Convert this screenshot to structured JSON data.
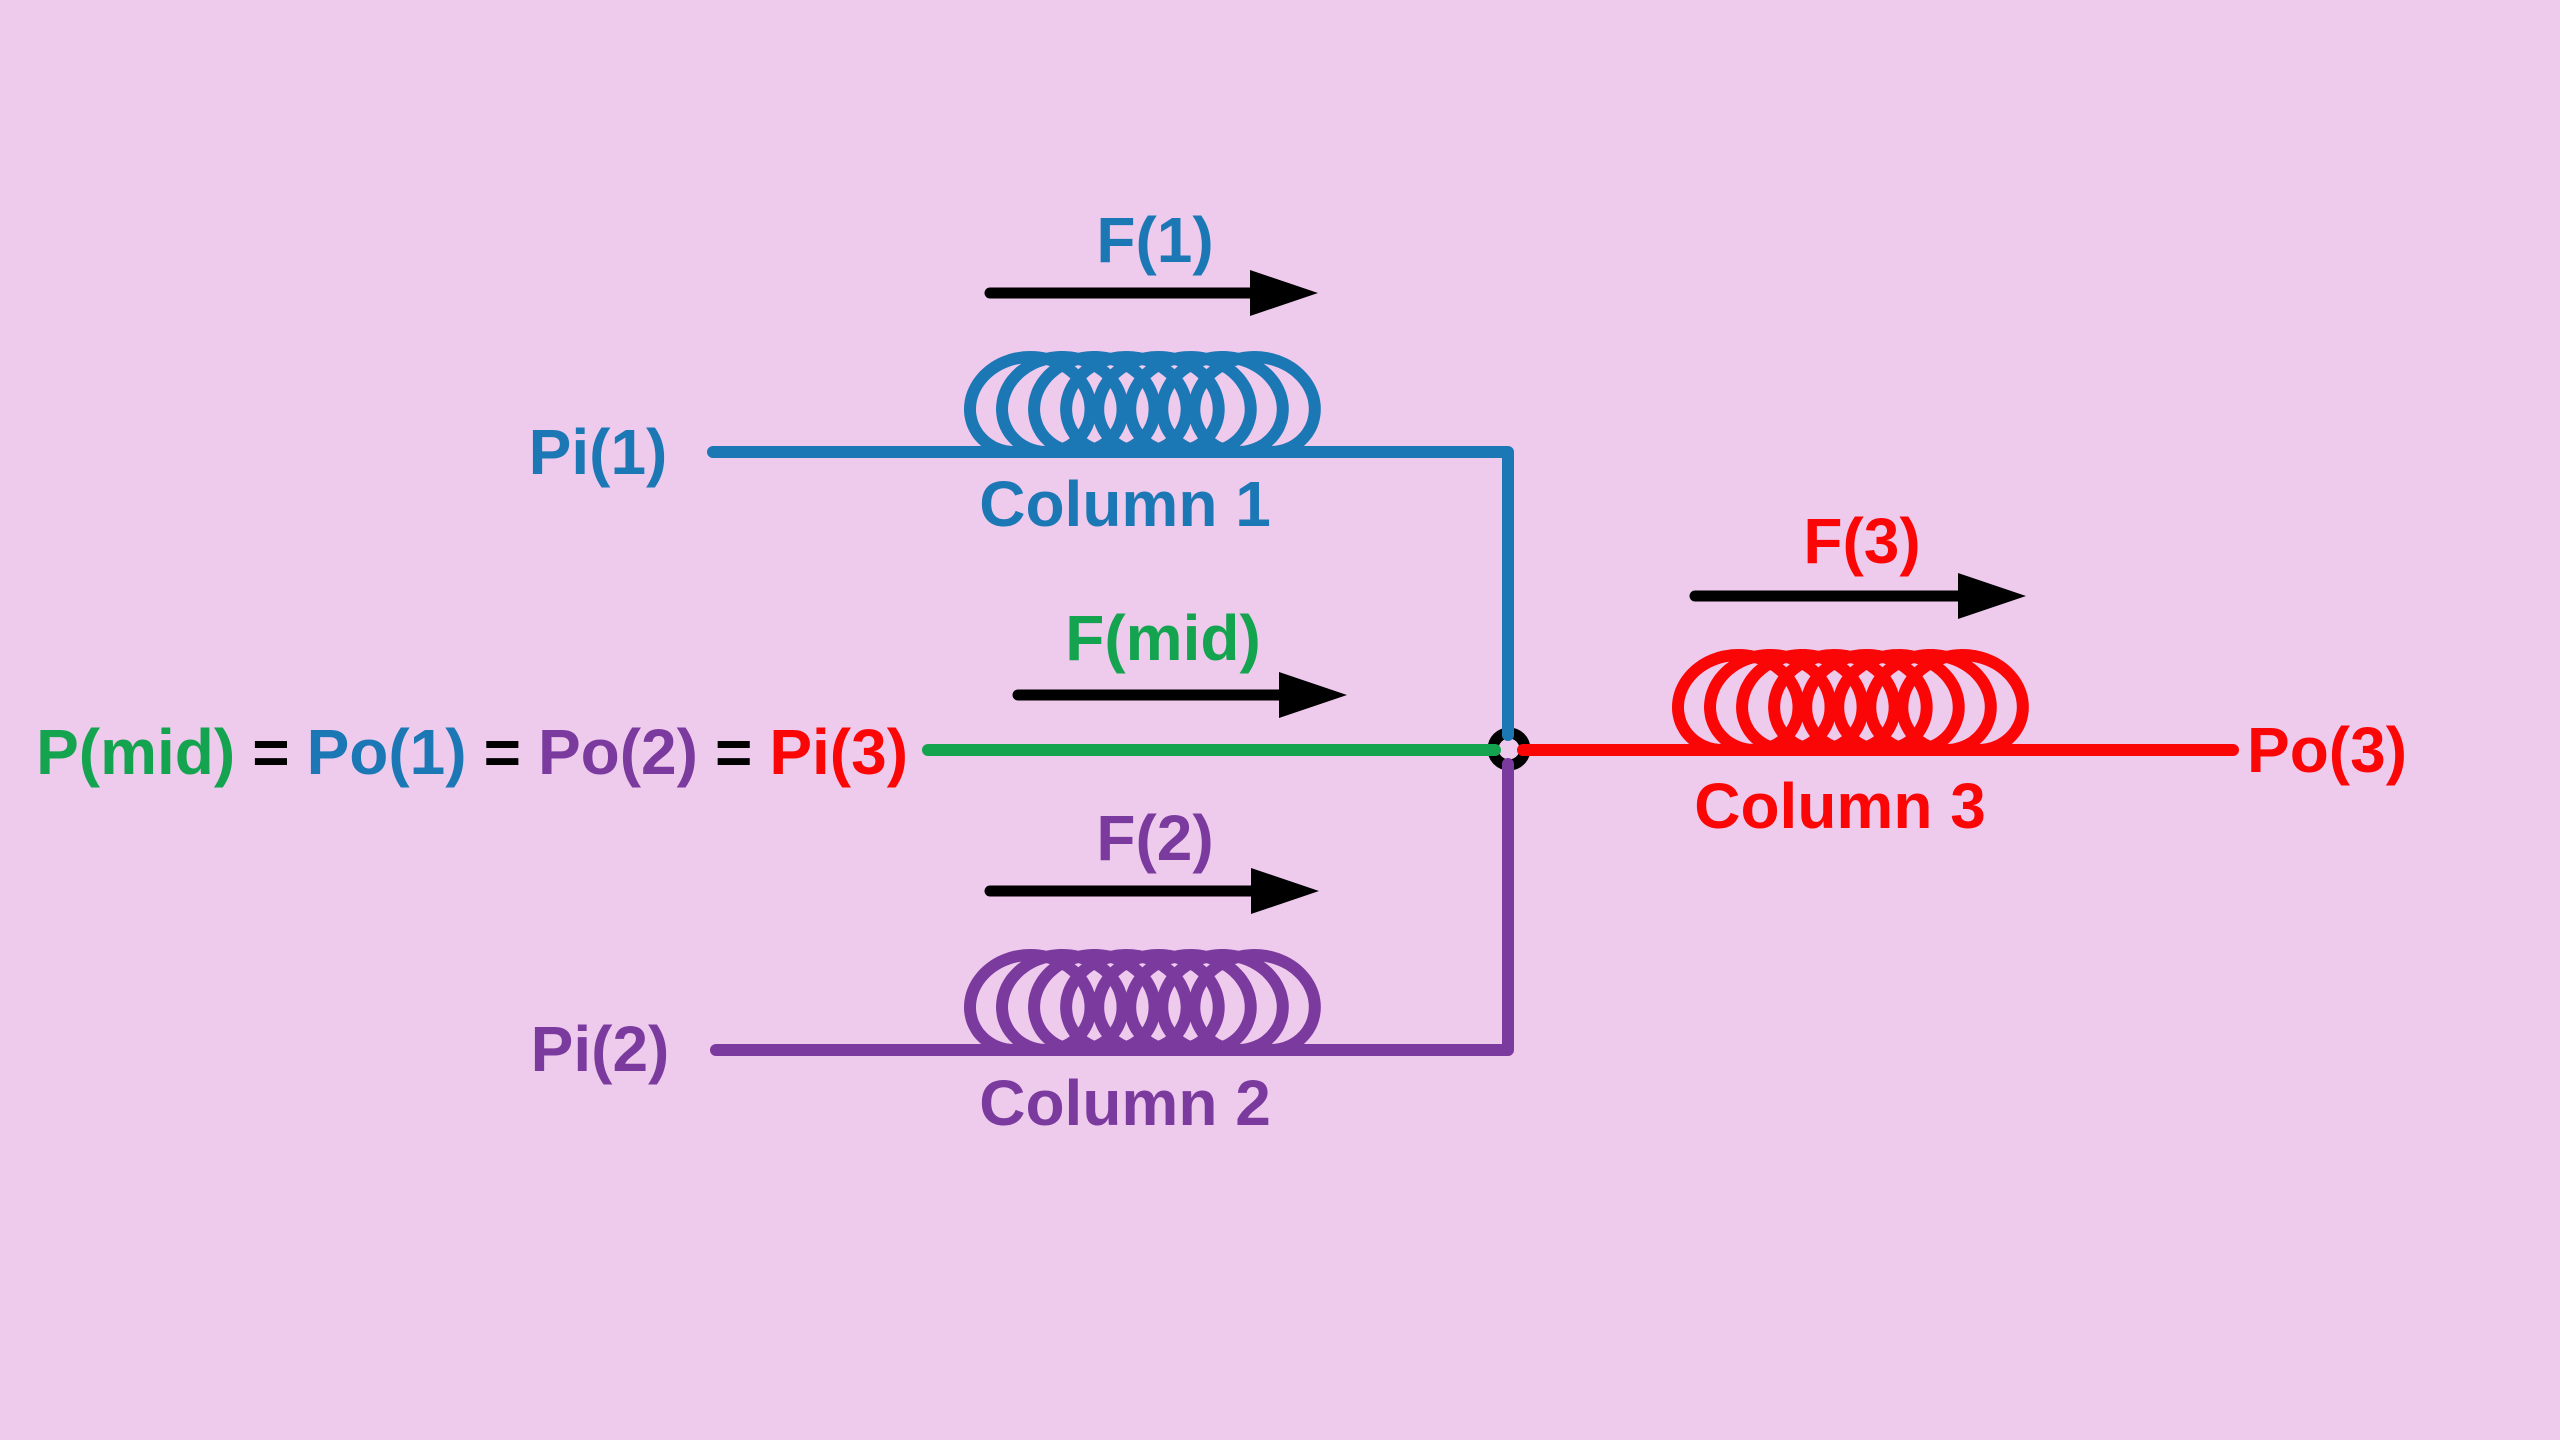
{
  "colors": {
    "background": "#eecaed",
    "blue": "#1b78b5",
    "green": "#14a44f",
    "purple": "#7b3a9e",
    "red": "#fb0606",
    "black": "#000000"
  },
  "branch1": {
    "force_label": "F(1)",
    "input_label": "Pi(1)",
    "column_label": "Column 1"
  },
  "branch2": {
    "force_label": "F(2)",
    "input_label": "Pi(2)",
    "column_label": "Column 2"
  },
  "branch3": {
    "force_label": "F(3)",
    "output_label": "Po(3)",
    "column_label": "Column 3"
  },
  "mid": {
    "force_label": "F(mid)"
  },
  "equation": {
    "p_mid": "P(mid)",
    "equals": "=",
    "po1": "Po(1)",
    "po2": "Po(2)",
    "pi3": "Pi(3)"
  }
}
